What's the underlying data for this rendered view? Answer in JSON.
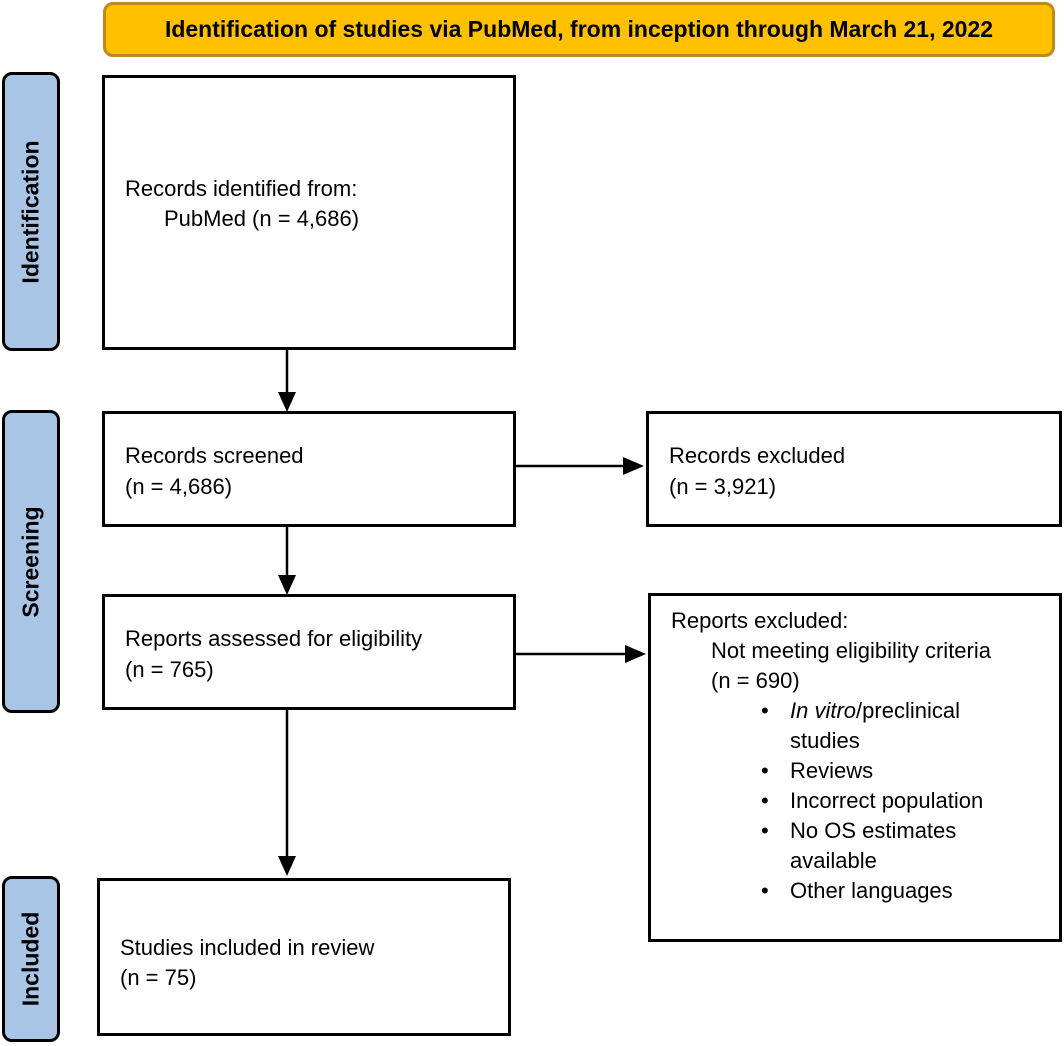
{
  "header": {
    "title": "Identification of studies via PubMed, from inception through March 21, 2022"
  },
  "phases": {
    "identification": "Identification",
    "screening": "Screening",
    "included": "Included"
  },
  "boxes": {
    "identified": {
      "line1": "Records identified from:",
      "line2": "PubMed (n = 4,686)"
    },
    "screened": {
      "line1": "Records screened",
      "line2": "(n = 4,686)"
    },
    "records_excluded": {
      "line1": "Records excluded",
      "line2": "(n = 3,921)"
    },
    "assessed": {
      "line1": "Reports assessed for eligibility",
      "line2": "(n = 765)"
    },
    "reports_excluded": {
      "title": "Reports excluded:",
      "subtitle": "Not meeting eligibility criteria",
      "count": "(n = 690)",
      "reasons": {
        "r1_italic": "In vitro",
        "r1_rest": "/preclinical",
        "r1_cont": "studies",
        "r2": "Reviews",
        "r3": "Incorrect population",
        "r4a": "No OS estimates",
        "r4b": "available",
        "r5": "Other languages"
      }
    },
    "included": {
      "line1": "Studies included in review",
      "line2": "(n = 75)"
    }
  }
}
